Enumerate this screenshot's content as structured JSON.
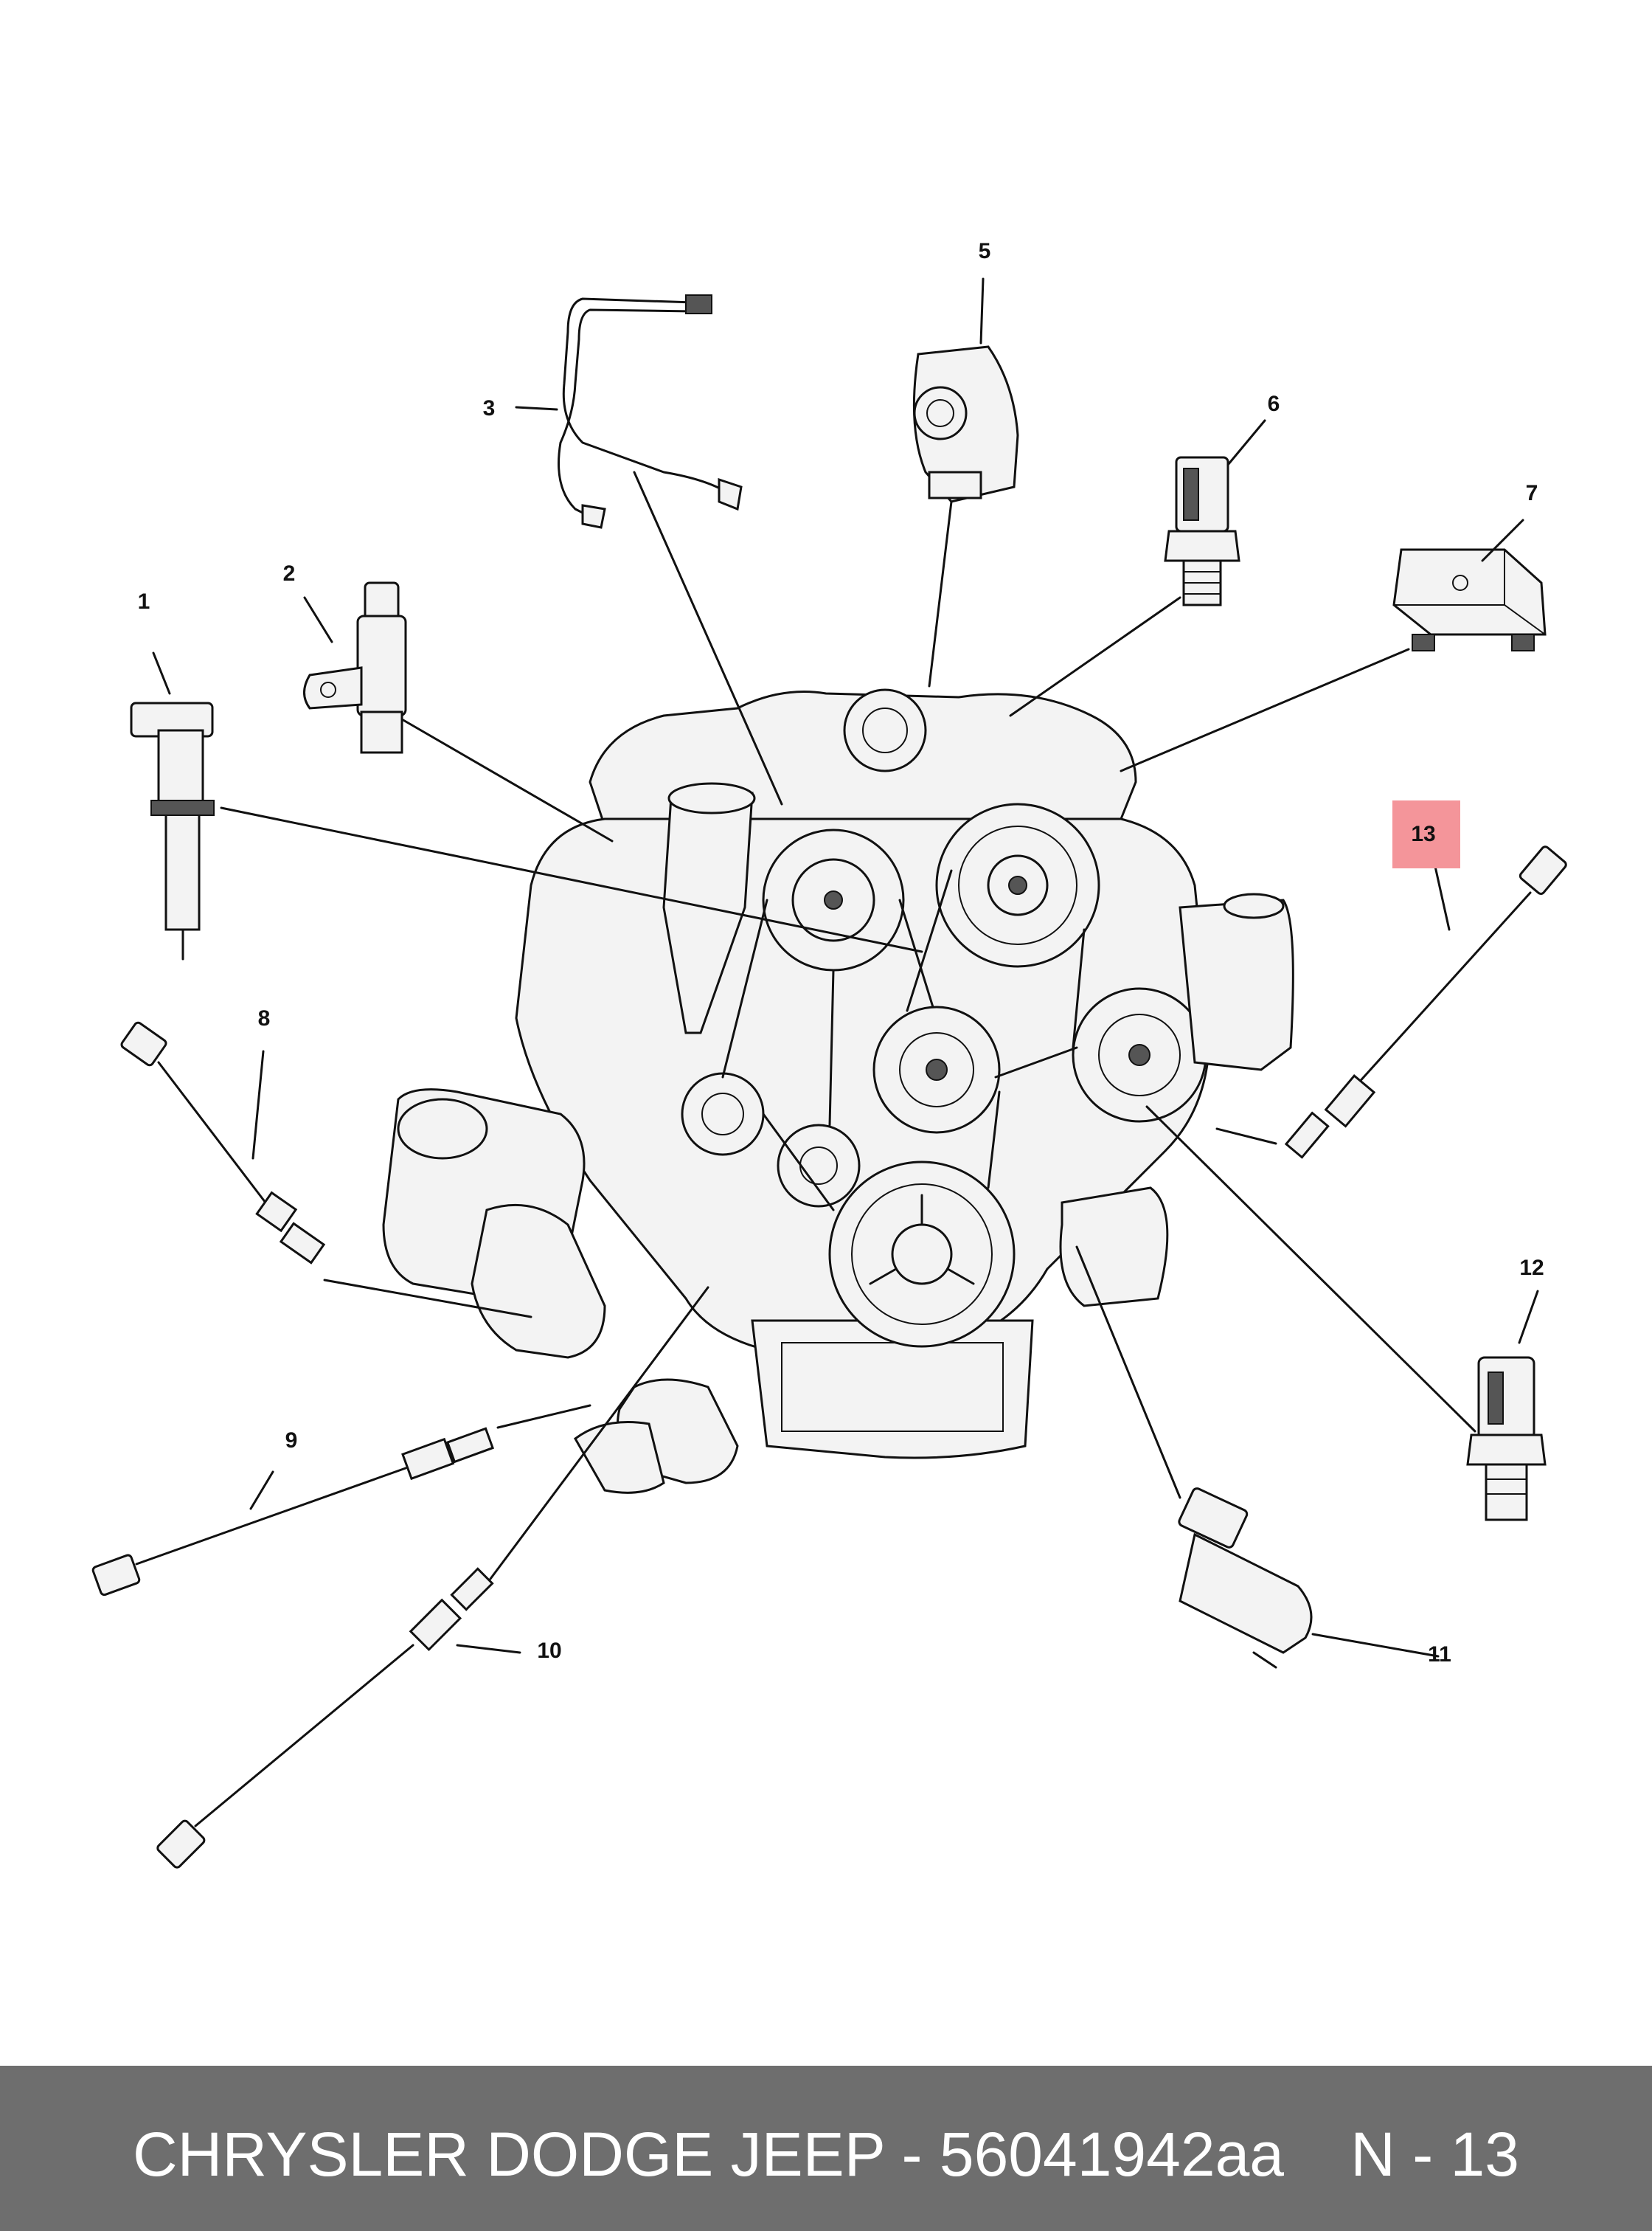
{
  "diagram": {
    "callouts": [
      "1",
      "2",
      "3",
      "5",
      "6",
      "7",
      "8",
      "9",
      "10",
      "11",
      "12",
      "13"
    ],
    "highlighted_callout": "13",
    "highlight_color": "#f4959a"
  },
  "footer": {
    "caption": "CHRYSLER DODGE JEEP - 56041942aa",
    "reference": "N - 13",
    "background": "#6e6e6e"
  }
}
